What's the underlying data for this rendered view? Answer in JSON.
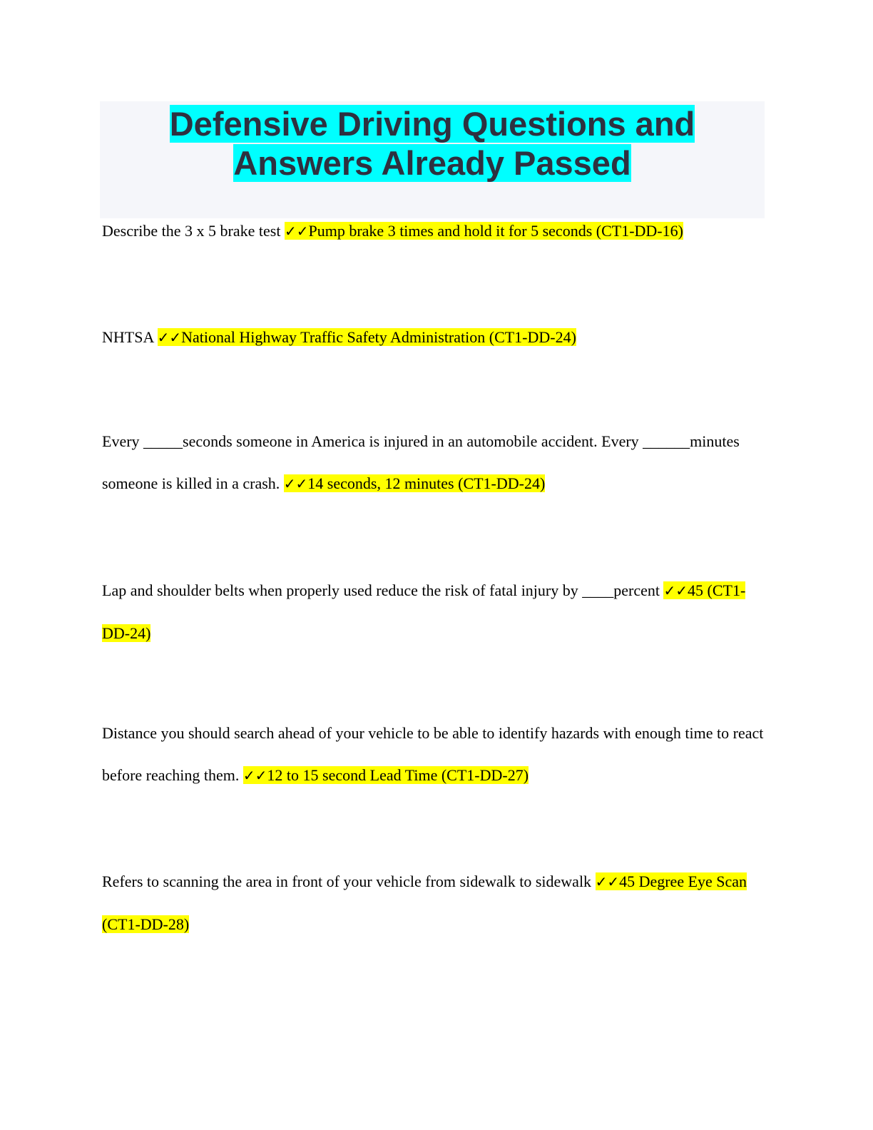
{
  "title": [
    "Defensive Driving Questions and",
    "Answers Already Passed"
  ],
  "check": "✓✓",
  "items": [
    {
      "q": "Describe the 3 x 5 brake test ",
      "a": "Pump brake 3 times and hold it for 5 seconds (CT1-DD-16)"
    },
    {
      "q": "NHTSA ",
      "a": "National Highway Traffic Safety Administration (CT1-DD-24)"
    },
    {
      "q": "Every _____seconds someone in America is injured in an automobile accident. Every ______minutes someone is killed in a crash. ",
      "a": "14 seconds, 12 minutes (CT1-DD-24)"
    },
    {
      "q": "Lap and shoulder belts when properly used reduce the risk of fatal injury by ____percent ",
      "a": "45 (CT1-DD-24)"
    },
    {
      "q": "Distance you should search ahead of your vehicle to be able to identify hazards with enough time to react before reaching them. ",
      "a": "12 to 15 second Lead Time (CT1-DD-27)"
    },
    {
      "q": "Refers to scanning the area in front of your vehicle from sidewalk to sidewalk ",
      "a": "45 Degree Eye Scan (CT1-DD-28)"
    }
  ]
}
